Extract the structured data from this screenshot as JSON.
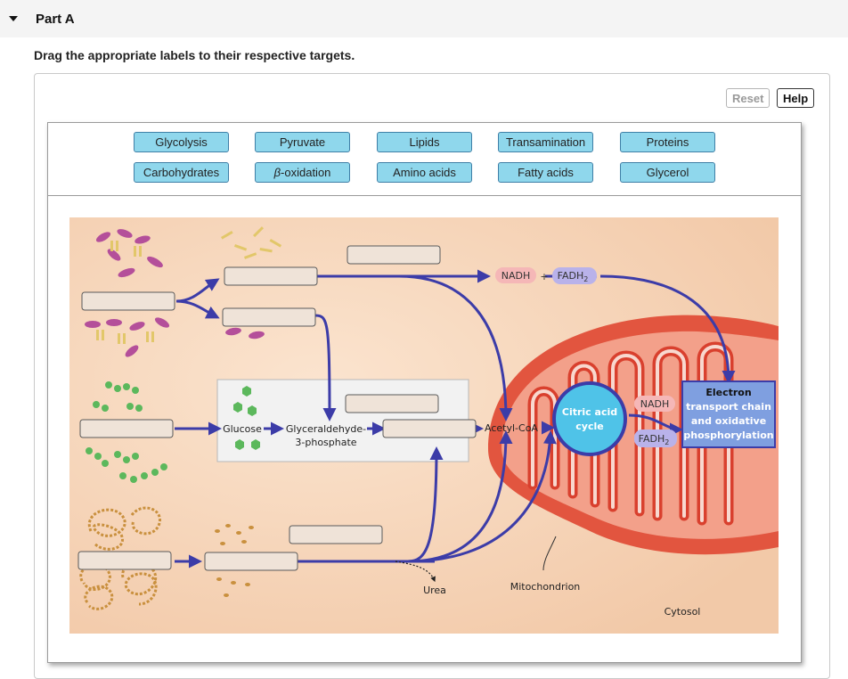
{
  "part": {
    "title": "Part A"
  },
  "instruction": "Drag the appropriate labels to their respective targets.",
  "toolbar": {
    "reset_label": "Reset",
    "help_label": "Help"
  },
  "labels": {
    "glycolysis": "Glycolysis",
    "pyruvate": "Pyruvate",
    "lipids": "Lipids",
    "transamination": "Transamination",
    "proteins": "Proteins",
    "carbohydrates": "Carbohydrates",
    "beta_symbol": "β",
    "beta_oxidation_suffix": "-oxidation",
    "amino_acids": "Amino acids",
    "fatty_acids": "Fatty acids",
    "glycerol": "Glycerol"
  },
  "figure": {
    "nadh_top": "NADH",
    "plus": "+",
    "fadh2_top_main": "FADH",
    "fadh2_top_sub": "2",
    "glucose": "Glucose",
    "g3p_line1": "Glyceraldehyde-",
    "g3p_line2": "3-phosphate",
    "acetyl_coa": "Acetyl-CoA",
    "citric_line1": "Citric acid",
    "citric_line2": "cycle",
    "nadh_right": "NADH",
    "fadh2_right_main": "FADH",
    "fadh2_right_sub": "2",
    "etc_line1": "Electron",
    "etc_line2": "transport chain",
    "etc_line3": "and oxidative",
    "etc_line4": "phosphorylation",
    "urea": "Urea",
    "mitochondrion": "Mitochondrion",
    "cytosol": "Cytosol"
  },
  "colors": {
    "chip_fill": "#8fd7ec",
    "chip_border": "#3f7fa6",
    "pathway_arrow": "#3c3ca8",
    "cytosol_bg": "#f7d7bd",
    "citric_cycle": "#4fc3e8",
    "etc_box": "#7f9fe0",
    "nadh_badge": "#f5b7b7",
    "fadh2_badge": "#b9b2ea",
    "mitochondrion": "#e2553f"
  }
}
